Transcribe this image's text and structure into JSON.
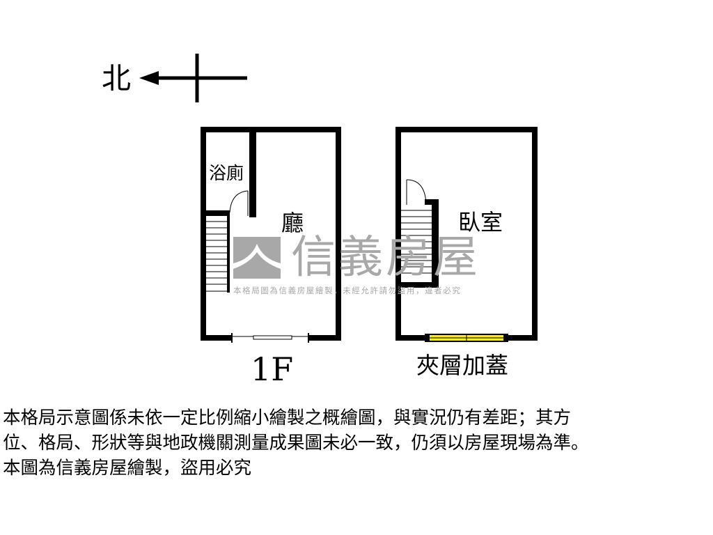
{
  "compass": {
    "north_label": "北"
  },
  "floor_1": {
    "caption": "1F",
    "rooms": {
      "bathroom": "浴廁",
      "living_room": "廳"
    }
  },
  "mezzanine": {
    "caption": "夾層加蓋",
    "rooms": {
      "bedroom": "臥室"
    }
  },
  "watermark": {
    "brand": "信義房屋",
    "notice": "本格局圖為信義房屋繪製，未經允許請勿盜用，違者必究"
  },
  "disclaimer": {
    "lines": [
      "本格局示意圖係未依一定比例縮小繪製之概繪圖，與實況仍有差距；其方",
      "位、格局、形狀等與地政機關測量成果圖未必一致，仍須以房屋現場為準。",
      "本圖為信義房屋繪製，盜用必究"
    ]
  },
  "colors": {
    "wall": "#000000",
    "window": "#f5e92a",
    "watermark": "#a8a8a8"
  }
}
